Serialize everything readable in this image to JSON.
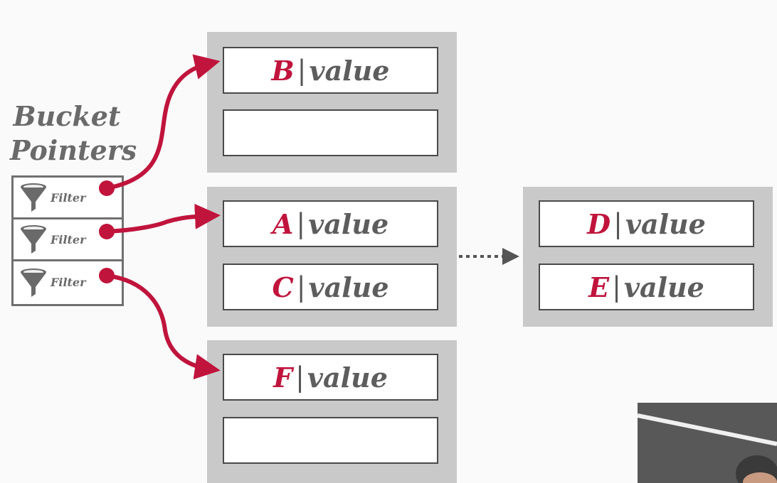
{
  "title": "Bucket Pointers",
  "pointers": [
    {
      "label": "Filter",
      "icon": "funnel-icon"
    },
    {
      "label": "Filter",
      "icon": "funnel-icon"
    },
    {
      "label": "Filter",
      "icon": "funnel-icon"
    }
  ],
  "separator": "|",
  "buckets": [
    {
      "slots": [
        {
          "key": "B",
          "value": "value"
        },
        {
          "key": "",
          "value": ""
        }
      ]
    },
    {
      "slots": [
        {
          "key": "A",
          "value": "value"
        },
        {
          "key": "C",
          "value": "value"
        }
      ]
    },
    {
      "slots": [
        {
          "key": "F",
          "value": "value"
        },
        {
          "key": "",
          "value": ""
        }
      ]
    },
    {
      "slots": [
        {
          "key": "D",
          "value": "value"
        },
        {
          "key": "E",
          "value": "value"
        }
      ]
    }
  ],
  "colors": {
    "accent": "#c0143c",
    "bucket": "#c9c9c9",
    "text": "#6a6a6a"
  }
}
